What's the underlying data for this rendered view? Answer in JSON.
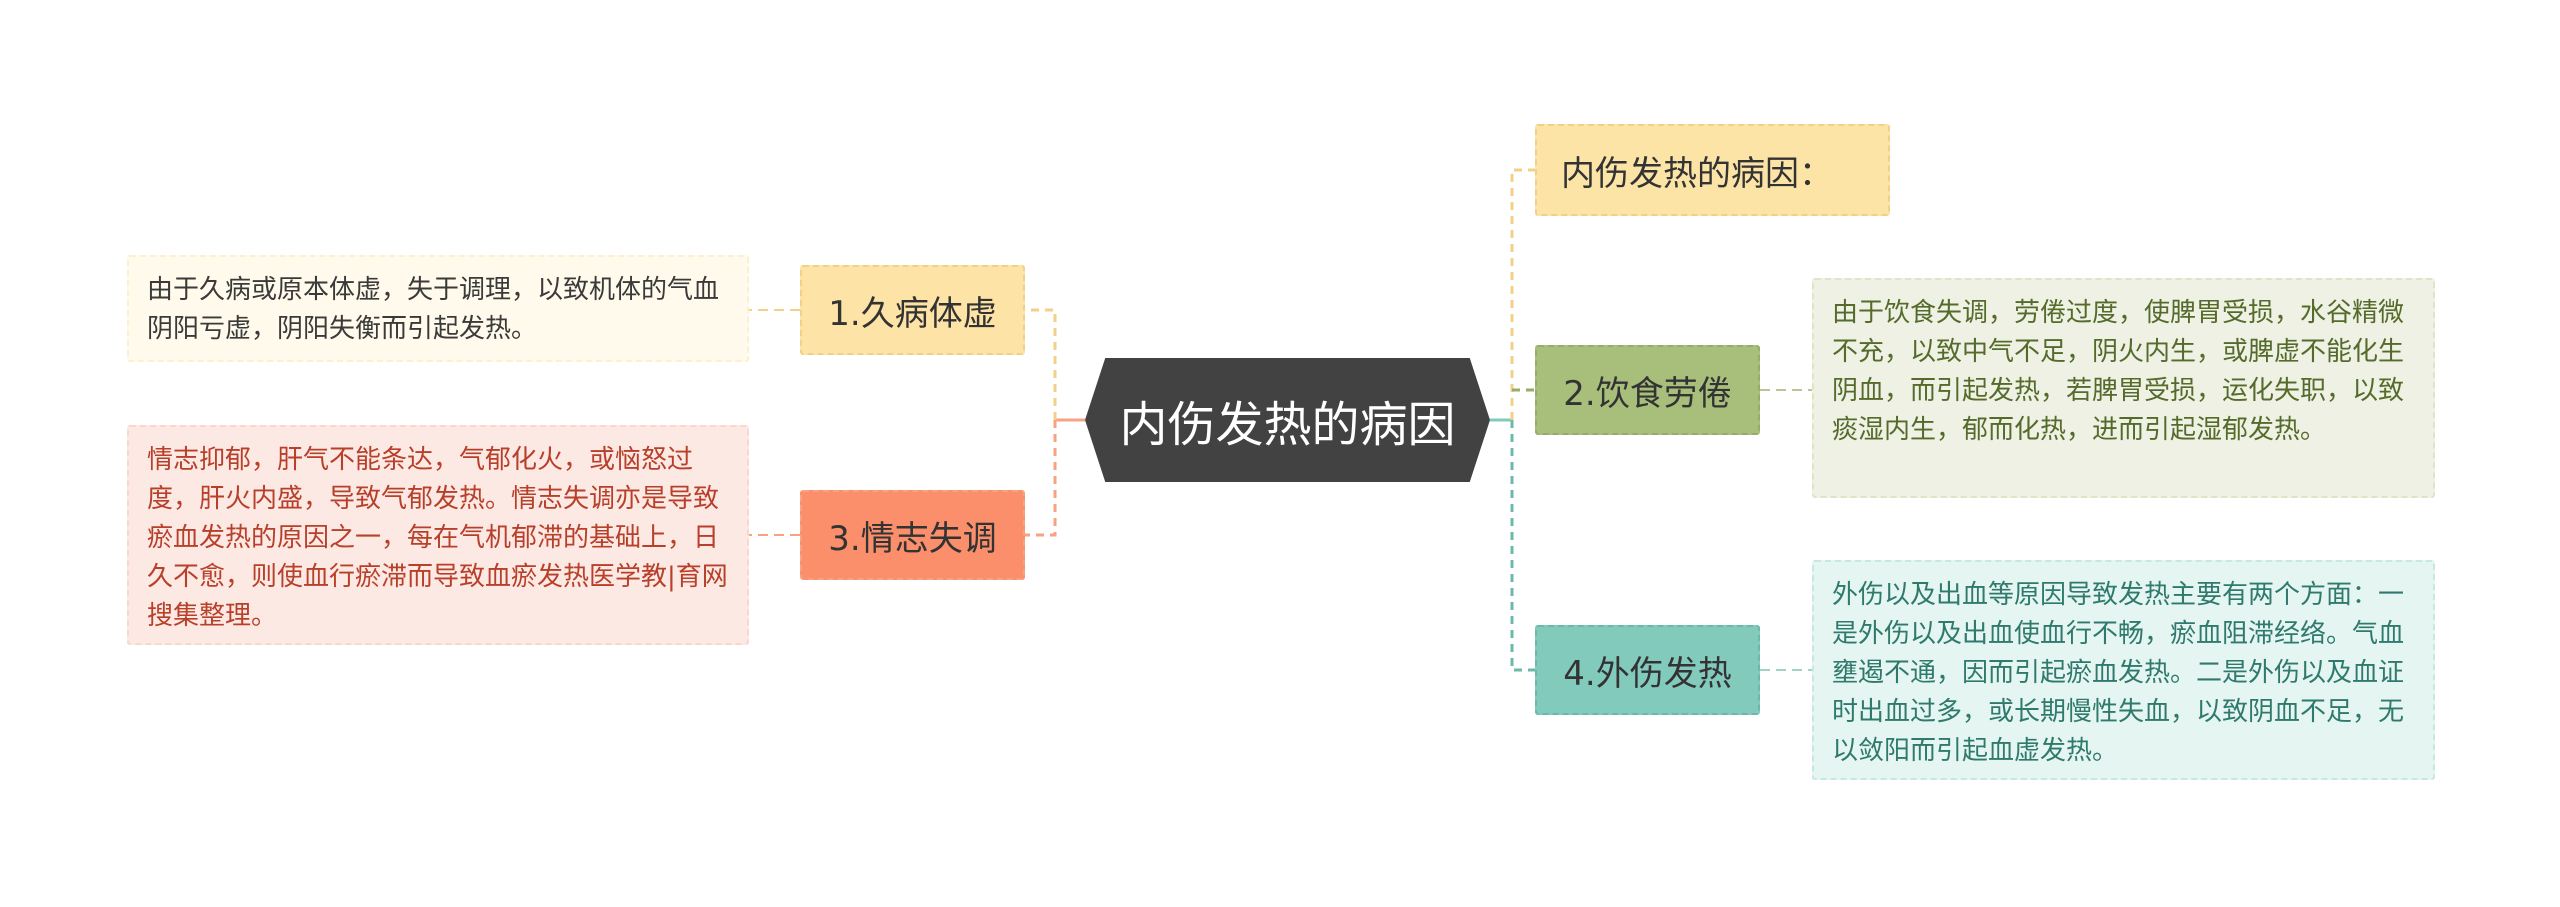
{
  "center": {
    "label": "内伤发热的病因"
  },
  "intro": {
    "label": "内伤发热的病因："
  },
  "branches": [
    {
      "label": "1.久病体虚",
      "note": "由于久病或原本体虚，失于调理，以致机体的气血阴阳亏虚，阴阳失衡而引起发热。"
    },
    {
      "label": "2.饮食劳倦",
      "note": "由于饮食失调，劳倦过度，使脾胃受损，水谷精微不充，以致中气不足，阴火内生，或脾虚不能化生阴血，而引起发热，若脾胃受损，运化失职，以致痰湿内生，郁而化热，进而引起湿郁发热。"
    },
    {
      "label": "3.情志失调",
      "note": "情志抑郁，肝气不能条达，气郁化火，或恼怒过度，肝火内盛，导致气郁发热。情志失调亦是导致瘀血发热的原因之一，每在气机郁滞的基础上，日久不愈，则使血行瘀滞而导致血瘀发热医学教|育网搜集整理。"
    },
    {
      "label": "4.外伤发热",
      "note": "外伤以及出血等原因导致发热主要有两个方面：一是外伤以及出血使血行不畅，瘀血阻滞经络。气血壅遏不通，因而引起瘀血发热。二是外伤以及血证时出血过多，或长期慢性失血，以致阴血不足，无以敛阳而引起血虚发热。"
    }
  ],
  "colors": {
    "center": "#424242",
    "intro": "#fce4a7",
    "branch1": "#fde3a6",
    "branch2": "#a8bf7b",
    "branch3": "#fb8e6b",
    "branch4": "#82cabc"
  }
}
